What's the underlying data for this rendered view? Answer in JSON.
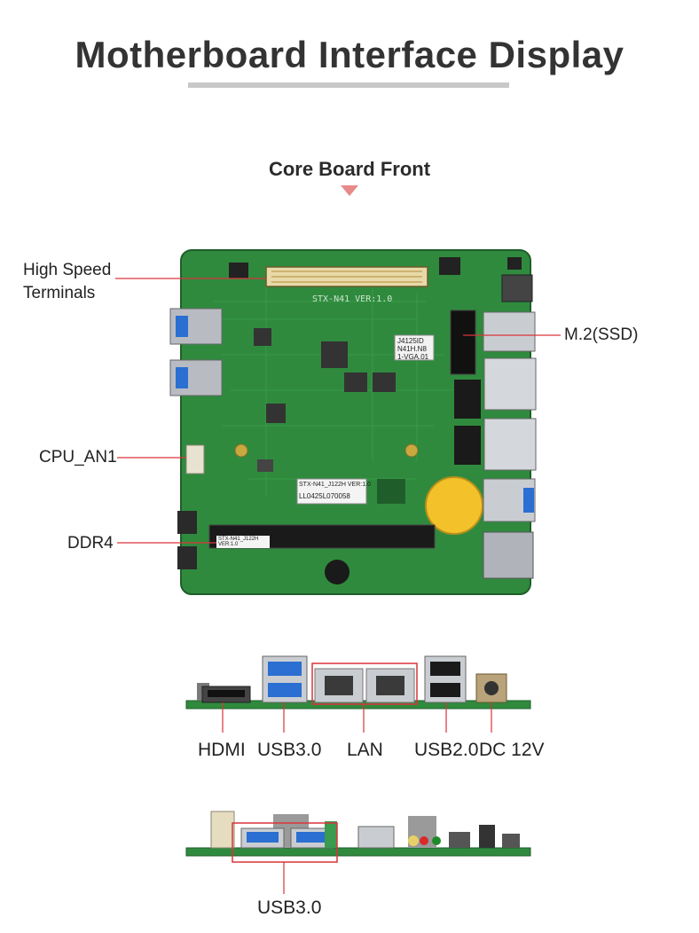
{
  "header": {
    "title": "Motherboard Interface Display",
    "subtitle": "Core Board Front"
  },
  "board_labels": {
    "high_speed_line1": "High Speed",
    "high_speed_line2": "Terminals",
    "cpu_fan": "CPU_AN1",
    "ddr4": "DDR4",
    "m2": "M.2(SSD)"
  },
  "board_silkscreen": {
    "model": "STX-N41 VER:1.0",
    "chip_label_1": "J4125ID",
    "chip_label_2": "N41H.N8",
    "chip_label_3": "1-VGA.01",
    "sticker_1": "STX-N41_J122H VER:1.0",
    "sticker_2": "LL0425L070058",
    "sticker_3": "STX-N41_J122H",
    "sticker_4": "VER:1.0"
  },
  "rear_io_labels": {
    "hdmi": "HDMI",
    "usb30": "USB3.0",
    "lan": "LAN",
    "usb20": "USB2.0",
    "dc": "DC 12V"
  },
  "front_io_labels": {
    "usb30": "USB3.0"
  },
  "colors": {
    "pcb": "#2f8a3e",
    "callout_line": "#d9343a",
    "usb3_blue": "#2a6fd1",
    "title_bar": "#c8c8c8",
    "triangle": "#e88a8a"
  }
}
